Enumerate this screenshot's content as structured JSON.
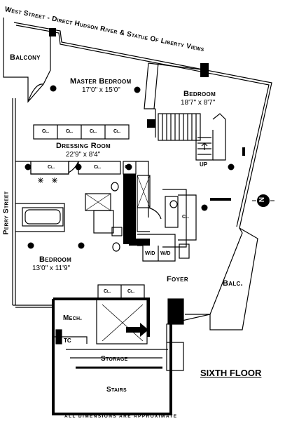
{
  "header": {
    "street_label": "West Street - Direct Hudson River & Statue Of Liberty Views"
  },
  "side_label": "Perry Street",
  "floor_title": "SIXTH FLOOR",
  "disclaimer": "ALL DIMENSIONS ARE APPROXIMATE",
  "compass": {
    "letter": "N",
    "icon": "north-arrow-icon"
  },
  "rooms": {
    "balcony_nw": "Balcony",
    "master_bedroom": {
      "name": "Master Bedroom",
      "dims": "17'0\" x 15'0\""
    },
    "bedroom_ne": {
      "name": "Bedroom",
      "dims": "18'7\" x 8'7\""
    },
    "dressing_room": {
      "name": "Dressing Room",
      "dims": "22'9\" x 8'4\""
    },
    "bedroom_sw": {
      "name": "Bedroom",
      "dims": "13'0\" x 11'9\""
    },
    "foyer": "Foyer",
    "balcony_se": "Balc.",
    "mech": "Mech.",
    "tc": "TC",
    "storage": "Storage",
    "stairs": "Stairs"
  },
  "stair_up_label": "UP",
  "closet_label": "Cl.",
  "washer_dryer_label": "W/D"
}
